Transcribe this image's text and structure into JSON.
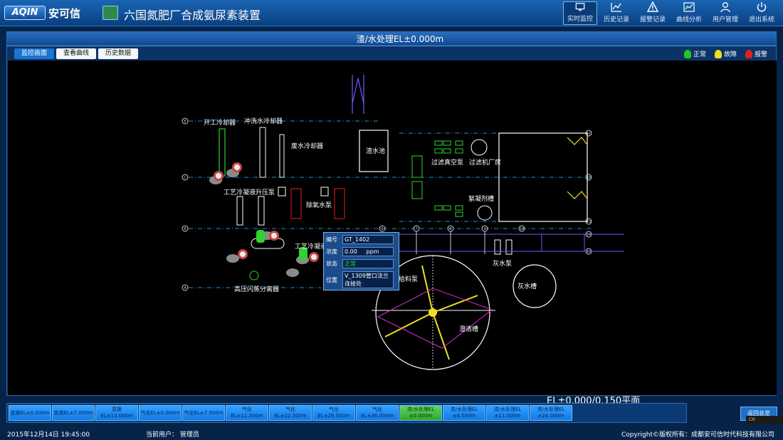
{
  "header": {
    "logo_mark": "AQIN",
    "logo_text": "安可信",
    "title": "六国氮肥厂合成氨尿素装置",
    "nav": [
      {
        "label": "实时监控",
        "icon": "monitor-icon",
        "active": true
      },
      {
        "label": "历史记录",
        "icon": "chart-icon"
      },
      {
        "label": "报警记录",
        "icon": "warning-icon"
      },
      {
        "label": "曲线分析",
        "icon": "curve-icon"
      },
      {
        "label": "用户管理",
        "icon": "user-icon"
      },
      {
        "label": "退出系统",
        "icon": "power-icon"
      }
    ]
  },
  "panel": {
    "title": "渣/水处理EL±0.000m",
    "tabs": [
      {
        "label": "监控画面",
        "active": true
      },
      {
        "label": "查看曲线"
      },
      {
        "label": "历史数据"
      }
    ],
    "legend": [
      {
        "label": "正常",
        "color": "#22c822"
      },
      {
        "label": "故障",
        "color": "#f0e020"
      },
      {
        "label": "报警",
        "color": "#e02020"
      }
    ]
  },
  "diagram": {
    "labels": {
      "startup_cooler": "开工冷却器",
      "flush_cooler": "冲洗水冷却器",
      "wastewater_cooler": "废水冷却器",
      "process_condensate_pump": "工艺冷凝液升压泵",
      "deaerator_pump": "除氧水泵",
      "slag_tank": "渣水池",
      "filter_vacuum_pump": "过滤真空泵",
      "filter_house": "过滤机厂房",
      "flocculant_tank": "絮凝剂槽",
      "process_condensate": "工艺冷凝液",
      "hp_flash_separator": "高压闪蒸分离器",
      "feed_pump": "给料泵",
      "ash_water_pump": "灰水泵",
      "ash_water_tank": "灰水槽",
      "clarifier": "澄清槽",
      "elevation": "EL±0.000/0.150平面"
    },
    "axes": [
      "E",
      "C",
      "B",
      "A",
      "6",
      "7",
      "8",
      "9",
      "10",
      "11",
      "12",
      "13",
      "14",
      "15"
    ],
    "popup": {
      "id_label": "编号",
      "id_value": "GT_1402",
      "conc_label": "浓度",
      "conc_value": "0.00",
      "conc_unit": "ppm",
      "state_label": "状态",
      "state_value": "正常",
      "pos_label": "位置",
      "pos_value": "V_1309管口法兰连接处"
    }
  },
  "floors": [
    {
      "label": "变换EL±0.000m"
    },
    {
      "label": "变换EL±7.000m"
    },
    {
      "label": "变换EL±13.000m"
    },
    {
      "label": "气化EL±0.000m"
    },
    {
      "label": "气化EL±7.500m"
    },
    {
      "label": "气化EL±11.500m"
    },
    {
      "label": "气化EL±22.500m"
    },
    {
      "label": "气化EL±29.500m"
    },
    {
      "label": "气化EL±36.000m"
    },
    {
      "label": "渣/水处理EL ±0.000m",
      "active": true
    },
    {
      "label": "渣/水处理EL ±4.500m"
    },
    {
      "label": "渣/水处理EL ±11.000m"
    },
    {
      "label": "渣/水处理EL ±24.000m"
    }
  ],
  "return_button": "返回总览",
  "status": {
    "datetime": "2015年12月14日 19:45:00",
    "user": "当前用户： 管理员",
    "copyright": "Copyright©版权所有：成都安可信时代科技有限公司"
  },
  "tray": "CH"
}
